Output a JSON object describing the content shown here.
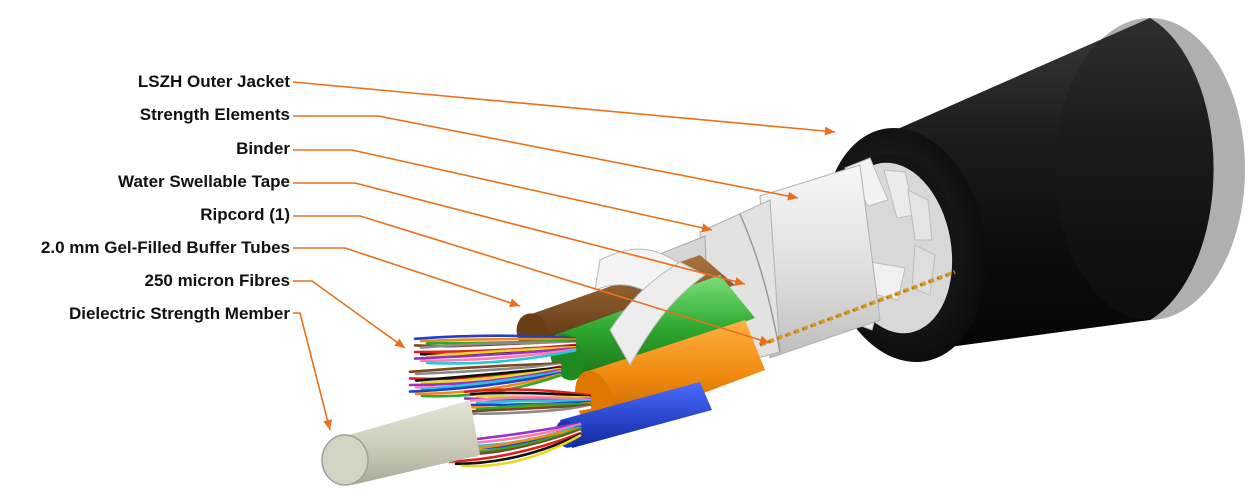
{
  "labels": [
    "LSZH Outer Jacket",
    "Strength Elements",
    "Binder",
    "Water Swellable Tape",
    "Ripcord (1)",
    "2.0 mm Gel-Filled Buffer Tubes",
    "250 micron Fibres",
    "Dielectric Strength Member"
  ],
  "colors": {
    "leader": "#e8701e",
    "jacket": "#1a1a1a",
    "tape": "#e8e8e8",
    "ripcord": "#d19a2a",
    "tube_brown": "#7a4a1c",
    "tube_green": "#2ea82e",
    "tube_orange": "#f08a10",
    "tube_blue": "#1f3fd0",
    "central_member": "#c9c9b8"
  },
  "fibre_colors": [
    "#1f3fd0",
    "#f08a10",
    "#2ea82e",
    "#7a4a1c",
    "#8a8a8a",
    "#ffffff",
    "#e02020",
    "#111111",
    "#e8d820",
    "#9b30c8",
    "#ff7ab0",
    "#20c8d8"
  ]
}
